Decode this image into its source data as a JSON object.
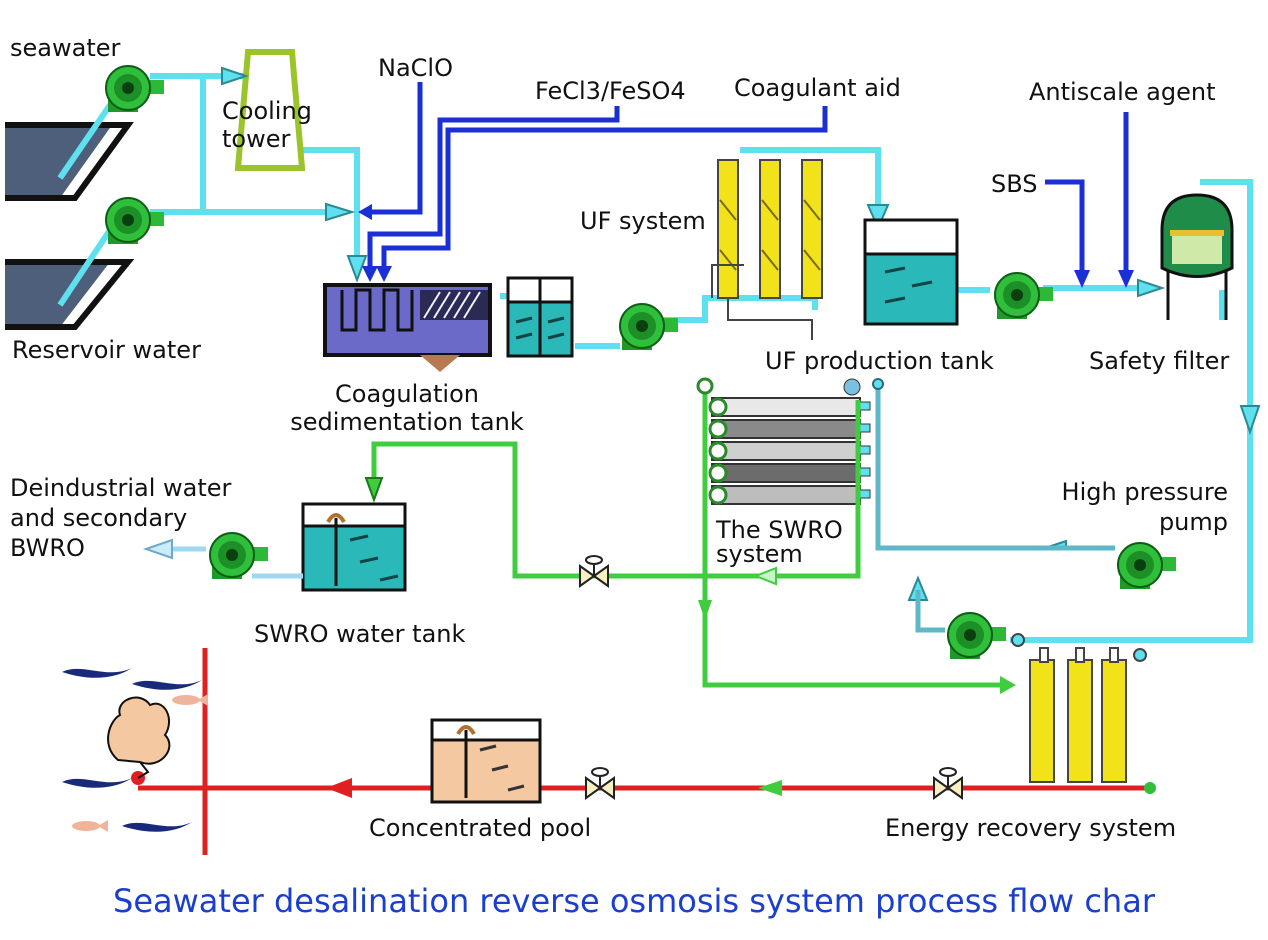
{
  "title": "Seawater desalination reverse osmosis system process flow char",
  "labels": {
    "seawater": "seawater",
    "cooling_tower": "Cooling\ntower",
    "naclo": "NaClO",
    "fecl3": "FeCl3/FeSO4",
    "coagulant_aid": "Coagulant aid",
    "antiscale": "Antiscale agent",
    "sbs": "SBS",
    "uf_system": "UF system",
    "uf_tank": "UF production tank",
    "safety_filter": "Safety filter",
    "reservoir": "Reservoir water",
    "coag_tank": "Coagulation\nsedimentation tank",
    "deindustrial": "Deindustrial water\nand secondary\nBWRO",
    "swro_system": "The SWRO\nsystem",
    "hp_pump": "High pressure\npump",
    "swro_tank": "SWRO water tank",
    "concentrated": "Concentrated pool",
    "energy_recovery": "Energy recovery system"
  },
  "colors": {
    "seawater_line": "#5fe0ee",
    "chemical_line": "#1a2fd6",
    "product_line": "#3fcc3f",
    "brine_line": "#e02020",
    "pump_green": "#1f9a2a",
    "membrane_yellow": "#f2e21a",
    "title_blue": "#1a3fd0"
  },
  "icons": [
    "pump-icon",
    "valve-icon",
    "fish-icon",
    "arrow-icon",
    "cooling-tower-icon",
    "membrane-icon"
  ]
}
